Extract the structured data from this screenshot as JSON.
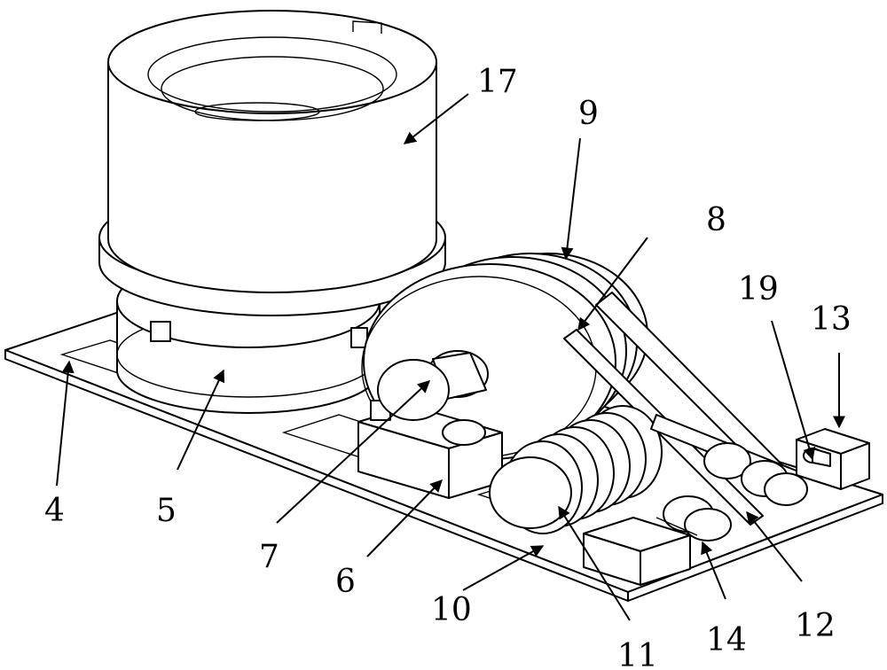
{
  "labels": {
    "l4": "4",
    "l5": "5",
    "l6": "6",
    "l7": "7",
    "l8": "8",
    "l9": "9",
    "l10": "10",
    "l11": "11",
    "l12": "12",
    "l13": "13",
    "l14": "14",
    "l17": "17",
    "l19": "19"
  },
  "colors": {
    "line": "#000000",
    "fill": "#ffffff"
  }
}
